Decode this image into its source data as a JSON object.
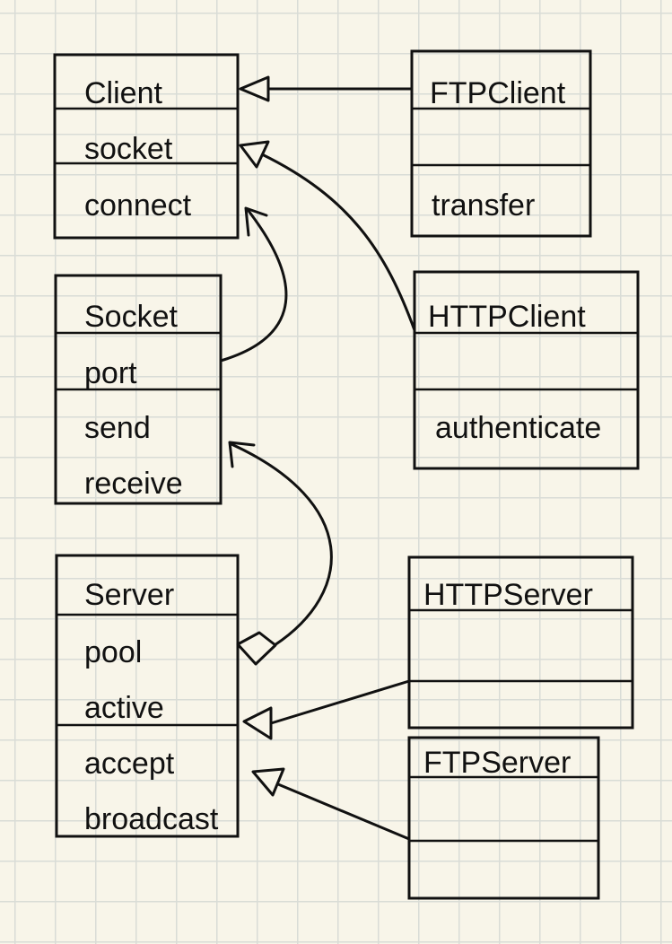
{
  "classes": {
    "client": {
      "name": "Client",
      "attrs": [
        "socket"
      ],
      "methods": [
        "connect"
      ]
    },
    "ftpclient": {
      "name": "FTPClient",
      "attrs": [],
      "methods": [
        "transfer"
      ]
    },
    "socket": {
      "name": "Socket",
      "attrs": [
        "port"
      ],
      "methods": [
        "send",
        "receive"
      ]
    },
    "httpclient": {
      "name": "HTTPClient",
      "attrs": [],
      "methods": [
        "authenticate"
      ]
    },
    "server": {
      "name": "Server",
      "attrs": [
        "pool",
        "active"
      ],
      "methods": [
        "accept",
        "broadcast"
      ]
    },
    "httpserver": {
      "name": "HTTPServer",
      "attrs": [],
      "methods": []
    },
    "ftpserver": {
      "name": "FTPServer",
      "attrs": [],
      "methods": []
    }
  },
  "relations": [
    {
      "from": "ftpclient",
      "to": "client",
      "kind": "inheritance"
    },
    {
      "from": "httpclient",
      "to": "client",
      "kind": "inheritance"
    },
    {
      "from": "socket",
      "to": "client",
      "kind": "association"
    },
    {
      "from": "server",
      "to": "socket",
      "kind": "aggregation"
    },
    {
      "from": "httpserver",
      "to": "server",
      "kind": "inheritance"
    },
    {
      "from": "ftpserver",
      "to": "server",
      "kind": "inheritance"
    }
  ]
}
